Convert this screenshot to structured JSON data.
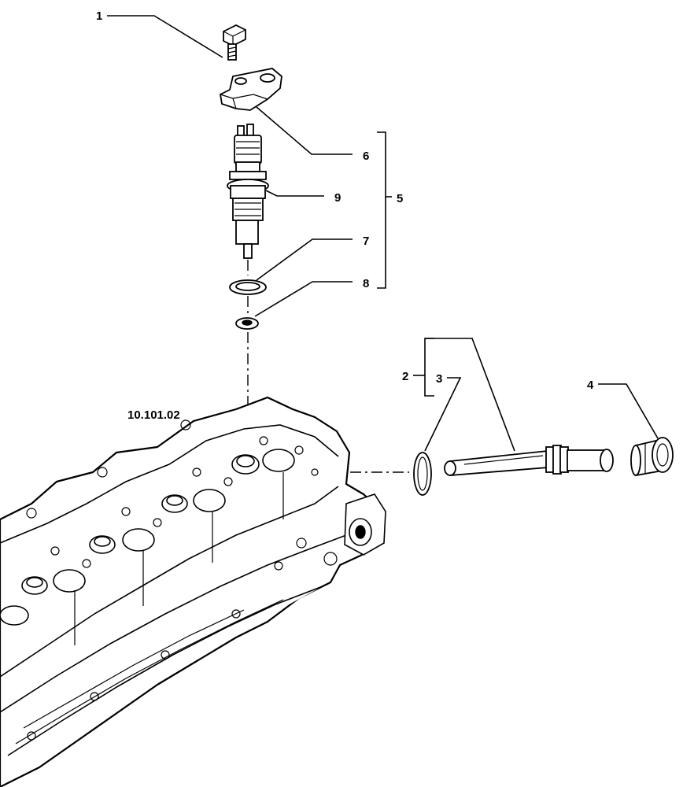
{
  "diagram": {
    "reference_label": "10.101.02",
    "callouts": [
      {
        "id": "callout-1",
        "number": "1"
      },
      {
        "id": "callout-2",
        "number": "2"
      },
      {
        "id": "callout-3",
        "number": "3"
      },
      {
        "id": "callout-4",
        "number": "4"
      },
      {
        "id": "callout-5",
        "number": "5"
      },
      {
        "id": "callout-6",
        "number": "6"
      },
      {
        "id": "callout-7",
        "number": "7"
      },
      {
        "id": "callout-8",
        "number": "8"
      },
      {
        "id": "callout-9",
        "number": "9"
      }
    ],
    "parts": [
      "bolt",
      "clamp",
      "injector",
      "sealing-ring",
      "washer",
      "connector-tube",
      "o-ring",
      "nut",
      "cylinder-head"
    ]
  }
}
